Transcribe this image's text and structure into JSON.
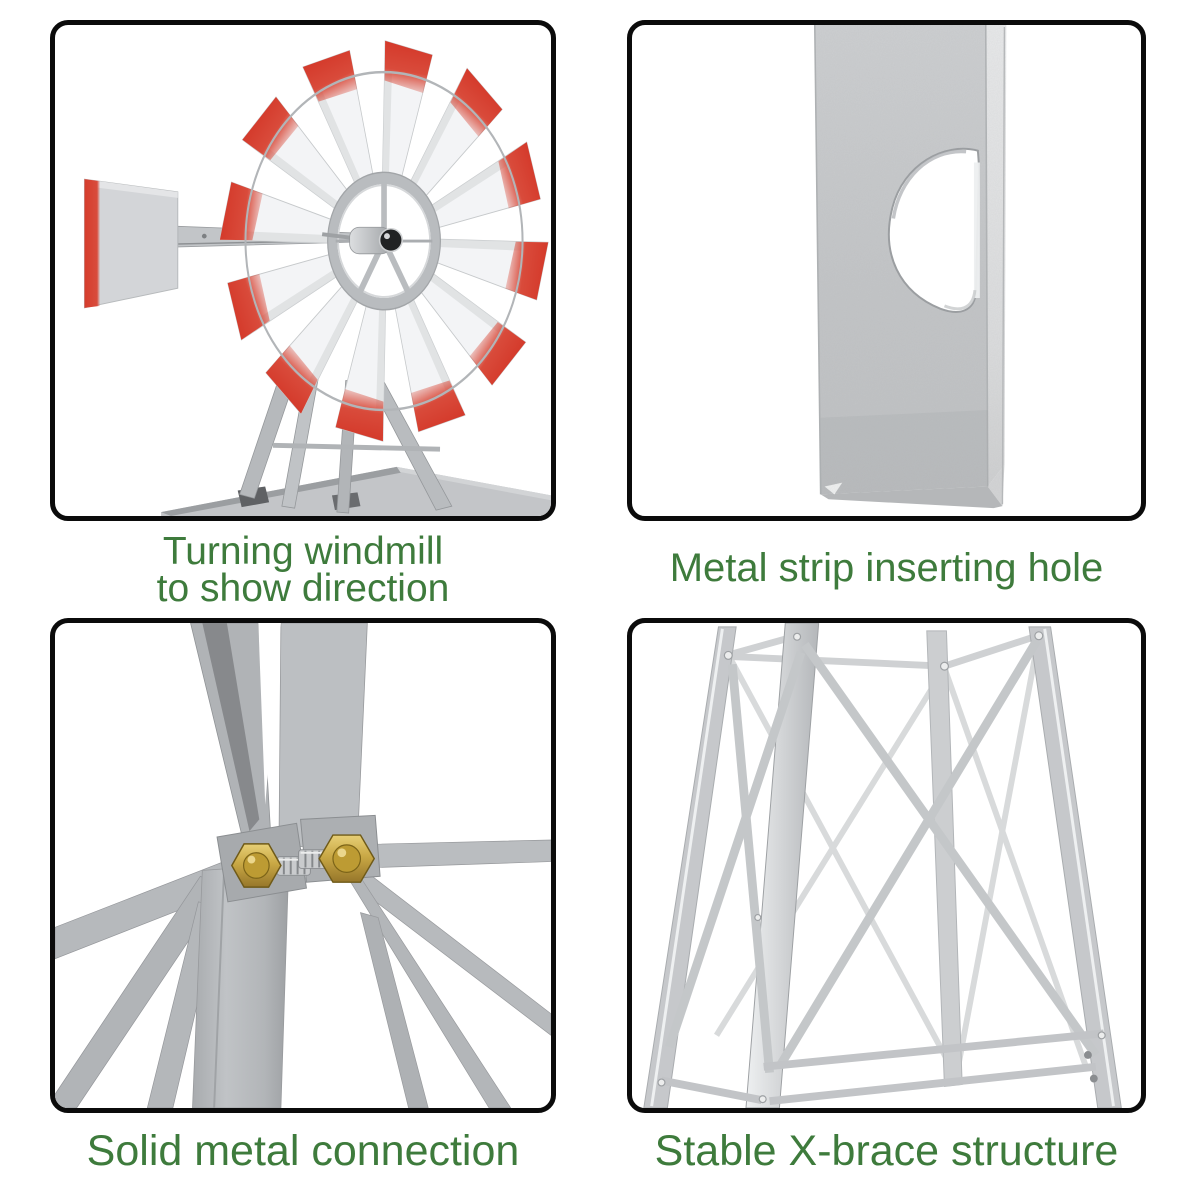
{
  "colors": {
    "background": "#ffffff",
    "frame_border": "#0b0b0b",
    "caption_green": "#3e7b3c",
    "blade_red": "#d53a2b",
    "metal_light_gray": "#c7c9cb",
    "metal_mid_gray": "#b5b8bb",
    "brass_bolt": "#c9a845"
  },
  "features": [
    {
      "id": "windmill",
      "caption_lines": [
        "Turning windmill",
        "to show direction"
      ]
    },
    {
      "id": "insert_hole",
      "caption_lines": [
        "Metal strip inserting hole"
      ]
    },
    {
      "id": "connection",
      "caption_lines": [
        "Solid metal connection"
      ]
    },
    {
      "id": "x_brace",
      "caption_lines": [
        "Stable X-brace structure"
      ]
    }
  ]
}
